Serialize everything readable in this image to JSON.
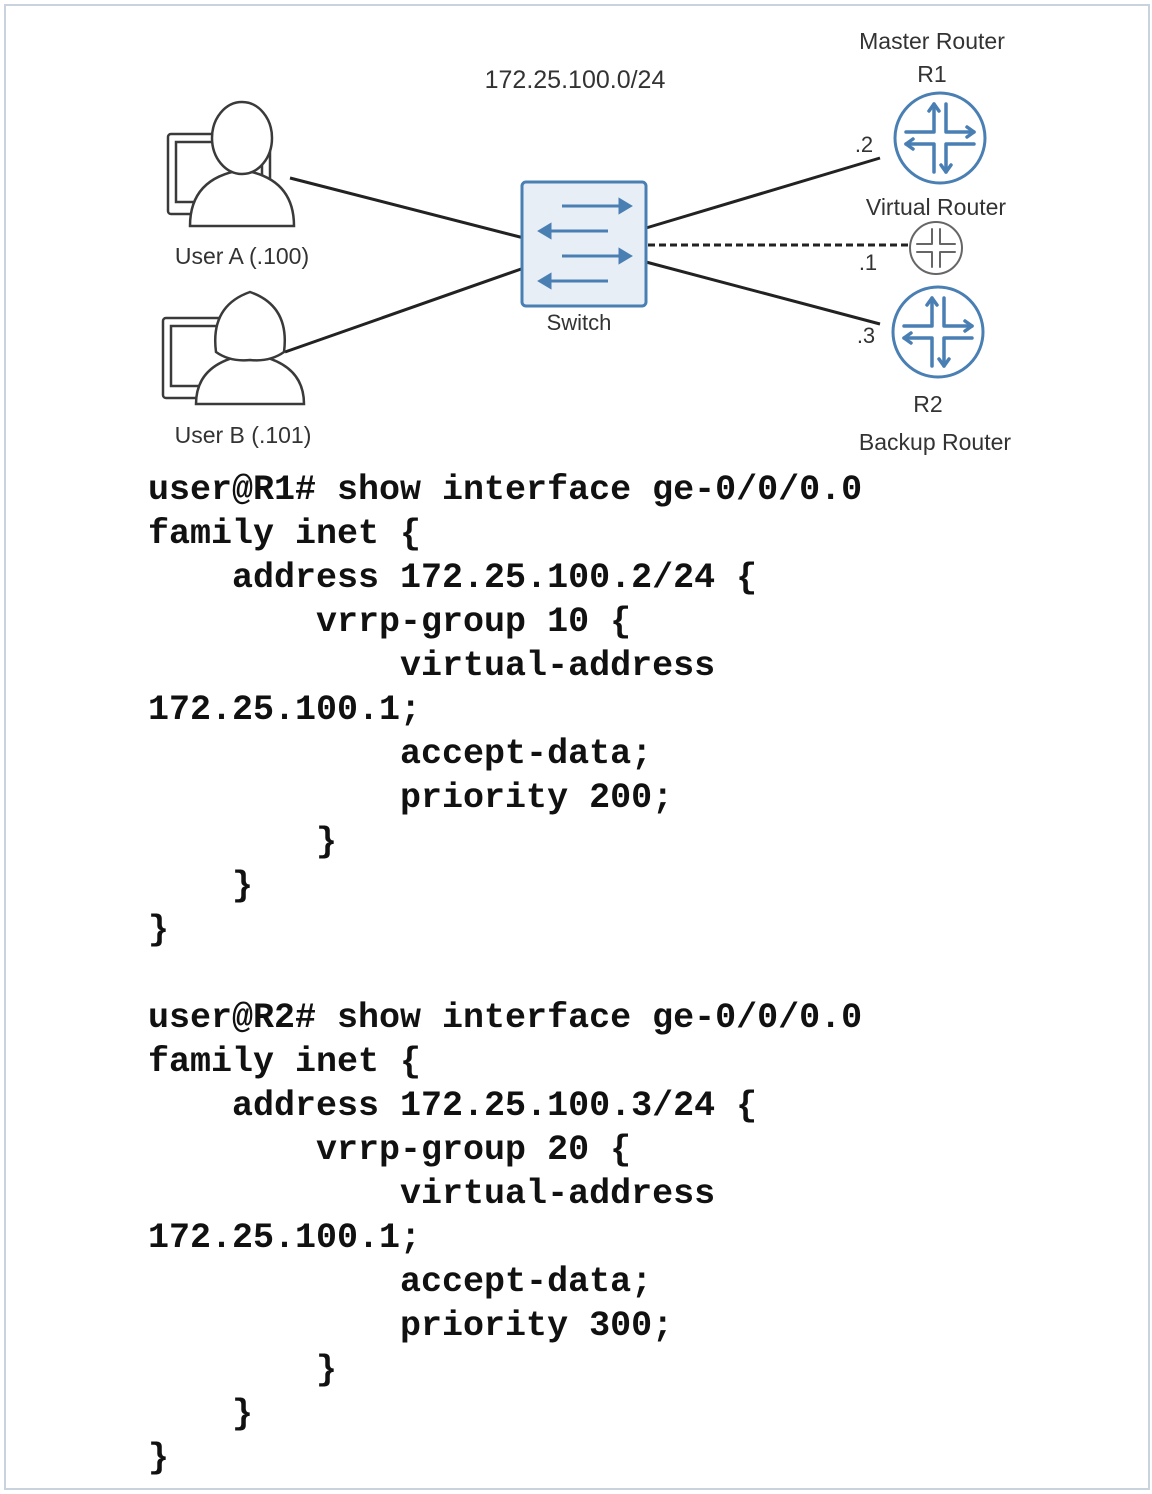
{
  "diagram": {
    "subnet_label": "172.25.100.0/24",
    "user_a_label": "User A (.100)",
    "user_b_label": "User B (.101)",
    "switch_label": "Switch",
    "r1_role": "Master Router",
    "r1_name": "R1",
    "r2_name": "R2",
    "r2_role": "Backup Router",
    "virtual_router_label": "Virtual Router",
    "r1_host": ".2",
    "virtual_host": ".1",
    "r2_host": ".3",
    "colors": {
      "router_blue": "#4a7fb3",
      "switch_fill": "#e8eef5",
      "line": "#222222",
      "label": "#333333"
    }
  },
  "config": {
    "r1": [
      "user@R1# show interface ge-0/0/0.0",
      "family inet {",
      "    address 172.25.100.2/24 {",
      "        vrrp-group 10 {",
      "            virtual-address",
      "172.25.100.1;",
      "            accept-data;",
      "            priority 200;",
      "        }",
      "    }",
      "}"
    ],
    "r2": [
      "user@R2# show interface ge-0/0/0.0",
      "family inet {",
      "    address 172.25.100.3/24 {",
      "        vrrp-group 20 {",
      "            virtual-address",
      "172.25.100.1;",
      "            accept-data;",
      "            priority 300;",
      "        }",
      "    }",
      "}"
    ]
  }
}
